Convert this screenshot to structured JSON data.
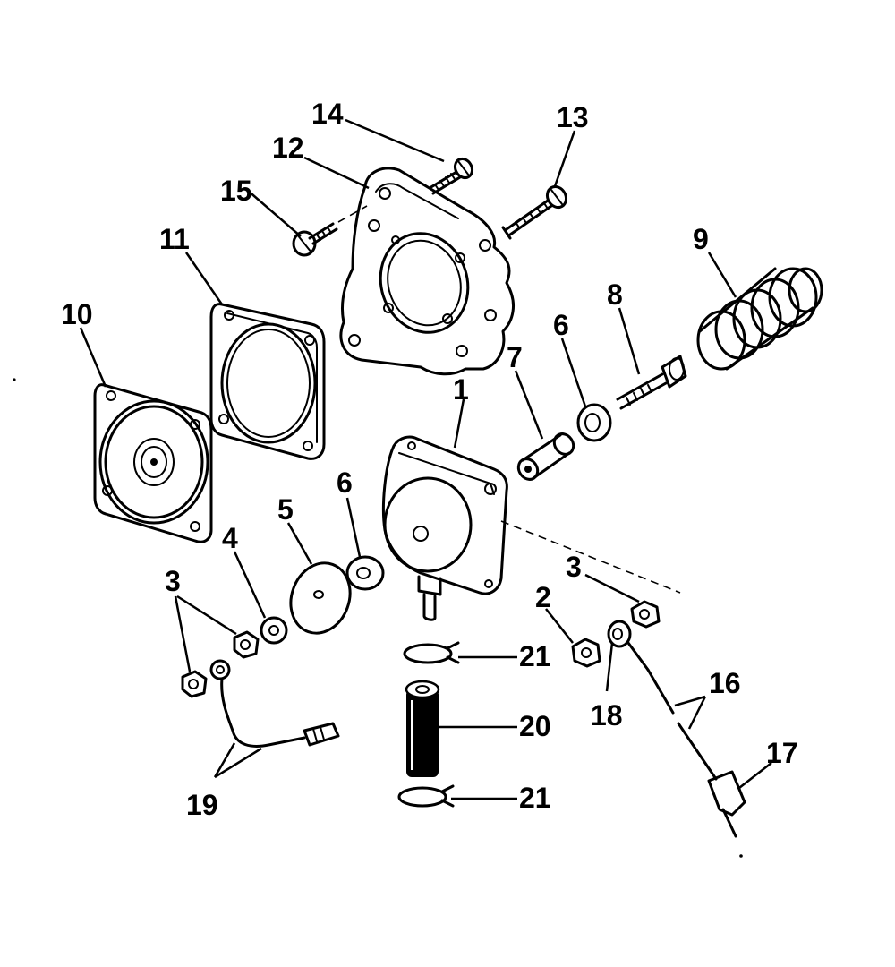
{
  "diagram": {
    "callouts": [
      {
        "id": "c1",
        "label": "1"
      },
      {
        "id": "c2",
        "label": "2"
      },
      {
        "id": "c3a",
        "label": "3"
      },
      {
        "id": "c3b",
        "label": "3"
      },
      {
        "id": "c4",
        "label": "4"
      },
      {
        "id": "c5",
        "label": "5"
      },
      {
        "id": "c6a",
        "label": "6"
      },
      {
        "id": "c6b",
        "label": "6"
      },
      {
        "id": "c7",
        "label": "7"
      },
      {
        "id": "c8",
        "label": "8"
      },
      {
        "id": "c9",
        "label": "9"
      },
      {
        "id": "c10",
        "label": "10"
      },
      {
        "id": "c11",
        "label": "11"
      },
      {
        "id": "c12",
        "label": "12"
      },
      {
        "id": "c13",
        "label": "13"
      },
      {
        "id": "c14",
        "label": "14"
      },
      {
        "id": "c15",
        "label": "15"
      },
      {
        "id": "c16",
        "label": "16"
      },
      {
        "id": "c17",
        "label": "17"
      },
      {
        "id": "c18",
        "label": "18"
      },
      {
        "id": "c19",
        "label": "19"
      },
      {
        "id": "c20",
        "label": "20"
      },
      {
        "id": "c21a",
        "label": "21"
      },
      {
        "id": "c21b",
        "label": "21"
      }
    ]
  }
}
